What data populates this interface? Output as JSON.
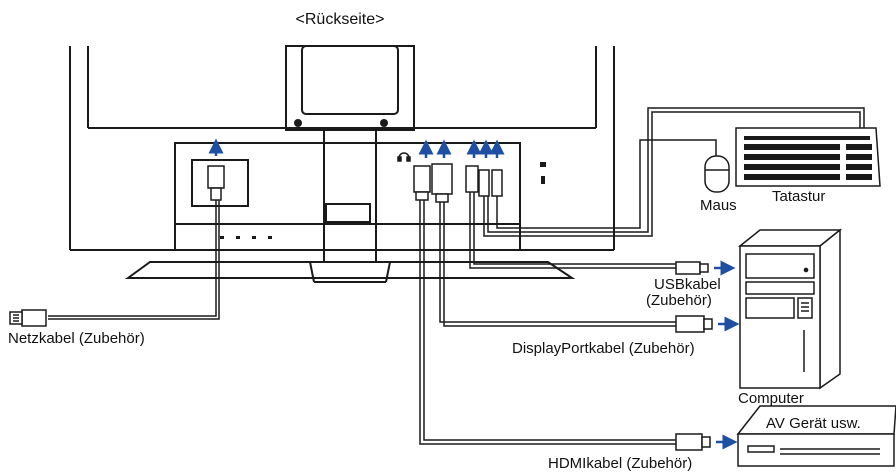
{
  "title": "<Rückseite>",
  "labels": {
    "keyboard": "Tatastur",
    "mouse": "Maus",
    "usb_cable_line1": "USBkabel",
    "usb_cable_line2": "(Zubehör)",
    "displayport_cable": "DisplayPortkabel (Zubehör)",
    "computer": "Computer",
    "av_device": "AV Gerät usw.",
    "hdmi_cable": "HDMIkabel (Zubehör)",
    "power_cable": "Netzkabel (Zubehör)"
  },
  "colors": {
    "line": "#1a1a1a",
    "arrow": "#1f4fa3",
    "device_fill": "#ffffff"
  }
}
